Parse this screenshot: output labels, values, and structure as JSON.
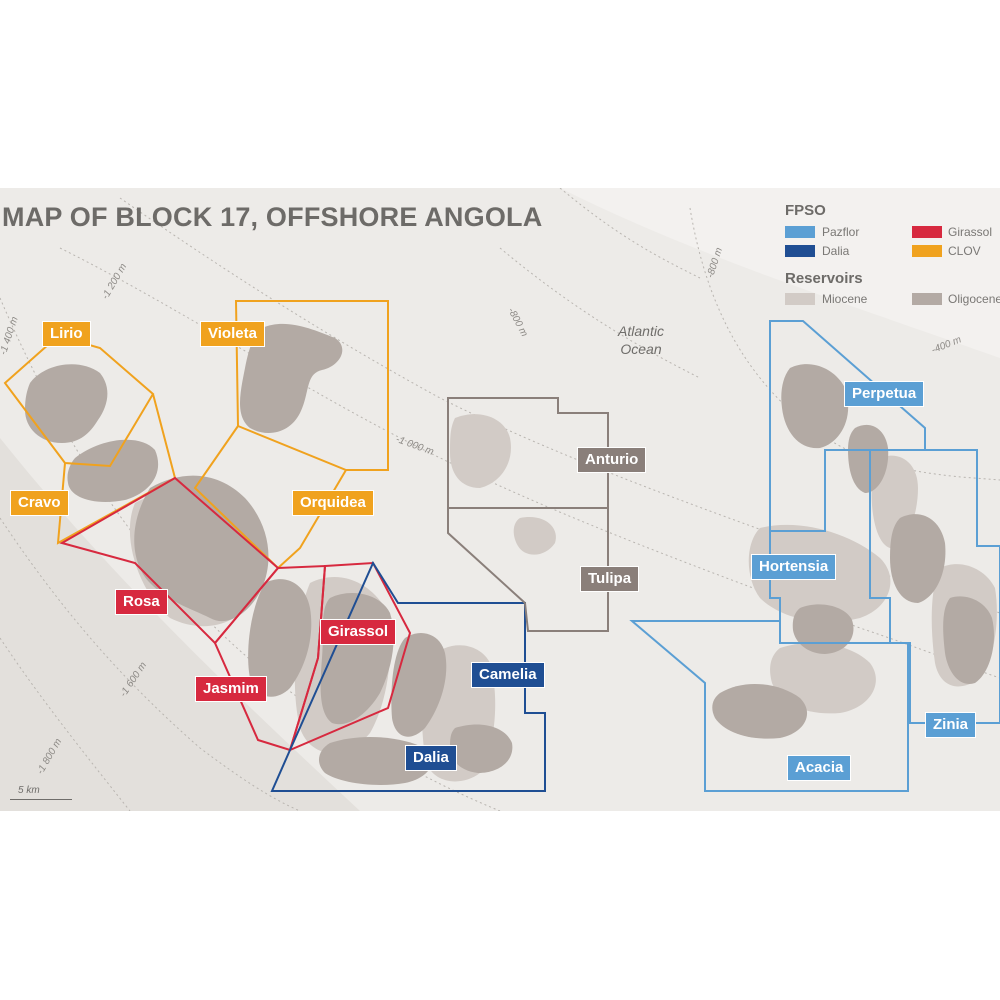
{
  "title": "MAP OF BLOCK 17, OFFSHORE ANGOLA",
  "ocean_label": [
    "Atlantic",
    "Ocean"
  ],
  "depth_contours": [
    "-1 200 m",
    "-1 400 m",
    "-1 000 m",
    "-800 m",
    "-800 m",
    "-400 m",
    "-1 600 m",
    "-1 800 m"
  ],
  "scale_label": "5 km",
  "legend": {
    "fpso_heading": "FPSO",
    "fpso": [
      {
        "label": "Pazflor",
        "color": "#5b9fd4"
      },
      {
        "label": "Dalia",
        "color": "#1f4e93"
      },
      {
        "label": "Girassol",
        "color": "#d7293f"
      },
      {
        "label": "CLOV",
        "color": "#f0a21e"
      }
    ],
    "reservoirs_heading": "Reservoirs",
    "reservoirs": [
      {
        "label": "Miocene",
        "color": "#d2cbc6"
      },
      {
        "label": "Oligocene",
        "color": "#b3aaa4"
      }
    ]
  },
  "fields": {
    "lirio": {
      "label": "Lirio",
      "fpso": "CLOV"
    },
    "violeta": {
      "label": "Violeta",
      "fpso": "CLOV"
    },
    "cravo": {
      "label": "Cravo",
      "fpso": "CLOV"
    },
    "orquidea": {
      "label": "Orquidea",
      "fpso": "CLOV"
    },
    "rosa": {
      "label": "Rosa",
      "fpso": "Girassol"
    },
    "girassol": {
      "label": "Girassol",
      "fpso": "Girassol"
    },
    "jasmim": {
      "label": "Jasmim",
      "fpso": "Girassol"
    },
    "camelia": {
      "label": "Camelia",
      "fpso": "Dalia"
    },
    "dalia": {
      "label": "Dalia",
      "fpso": "Dalia"
    },
    "anturio": {
      "label": "Anturio",
      "fpso": ""
    },
    "tulipa": {
      "label": "Tulipa",
      "fpso": ""
    },
    "perpetua": {
      "label": "Perpetua",
      "fpso": "Pazflor"
    },
    "hortensia": {
      "label": "Hortensia",
      "fpso": "Pazflor"
    },
    "zinia": {
      "label": "Zinia",
      "fpso": "Pazflor"
    },
    "acacia": {
      "label": "Acacia",
      "fpso": "Pazflor"
    }
  },
  "colors": {
    "clov": "#f0a21e",
    "girassol": "#d7293f",
    "dalia": "#1f4e93",
    "pazflor": "#5b9fd4",
    "undeveloped": "#8a7f7a"
  }
}
